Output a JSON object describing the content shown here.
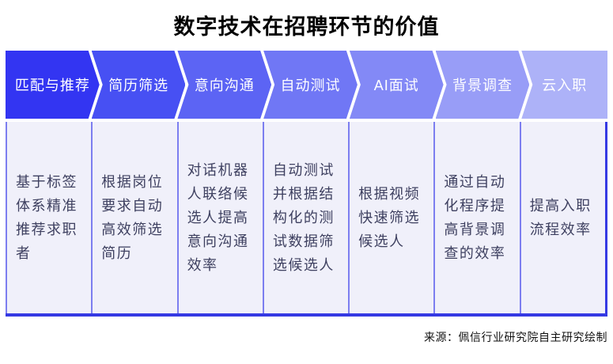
{
  "title": "数字技术在招聘环节的价值",
  "source": "来源：佩信行业研究院自主研究绘制",
  "style": {
    "separator_color": "#7c7ef0",
    "frame_color": "#3539e3",
    "cell_bg": "#f0f0fa",
    "cell_text_color": "#3e4060",
    "header_text_color": "#ffffff"
  },
  "columns": [
    {
      "header": "匹配与推荐",
      "color": "#3335f2",
      "desc": "基于标签\n体系精准\n推荐求职\n者"
    },
    {
      "header": "简历筛选",
      "color": "#4750f3",
      "desc": "根据岗位\n要求自动\n高效筛选\n简历"
    },
    {
      "header": "意向沟通",
      "color": "#5c64f4",
      "desc": "对话机器\n人联络候\n选人提高\n意向沟通\n效率"
    },
    {
      "header": "自动测试",
      "color": "#7077f5",
      "desc": "自动测试\n并根据结\n构化的测\n试数据筛\n选候选人"
    },
    {
      "header": "AI面试",
      "color": "#8389f6",
      "desc": "根据视频\n快速筛选\n候选人"
    },
    {
      "header": "背景调查",
      "color": "#989df7",
      "desc": "通过自动\n化程序提\n高背景调\n查的效率"
    },
    {
      "header": "云入职",
      "color": "#adb2f8",
      "desc": "提高入职\n流程效率"
    }
  ]
}
